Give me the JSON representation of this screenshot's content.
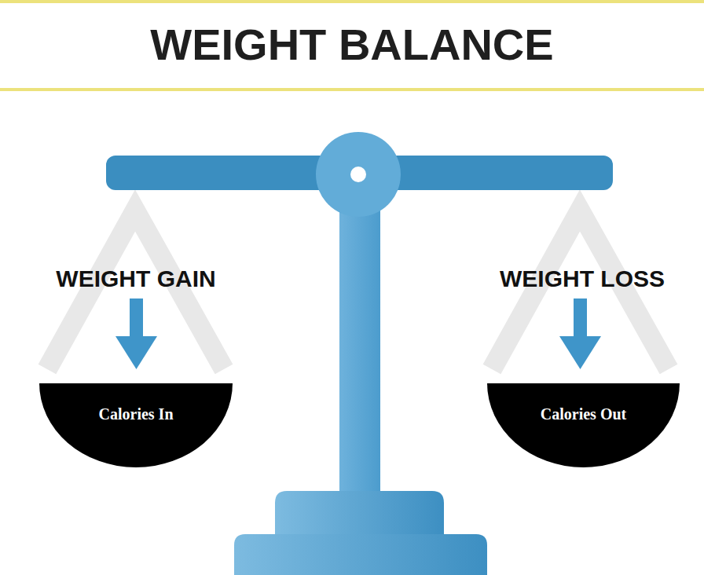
{
  "diagram": {
    "title": "WEIGHT BALANCE",
    "nodes": [
      {
        "text": [
          "WEIGHT GAIN",
          "Calories In"
        ]
      },
      {
        "text": [
          "WEIGHT LOSS",
          "Calories Out"
        ]
      }
    ]
  }
}
